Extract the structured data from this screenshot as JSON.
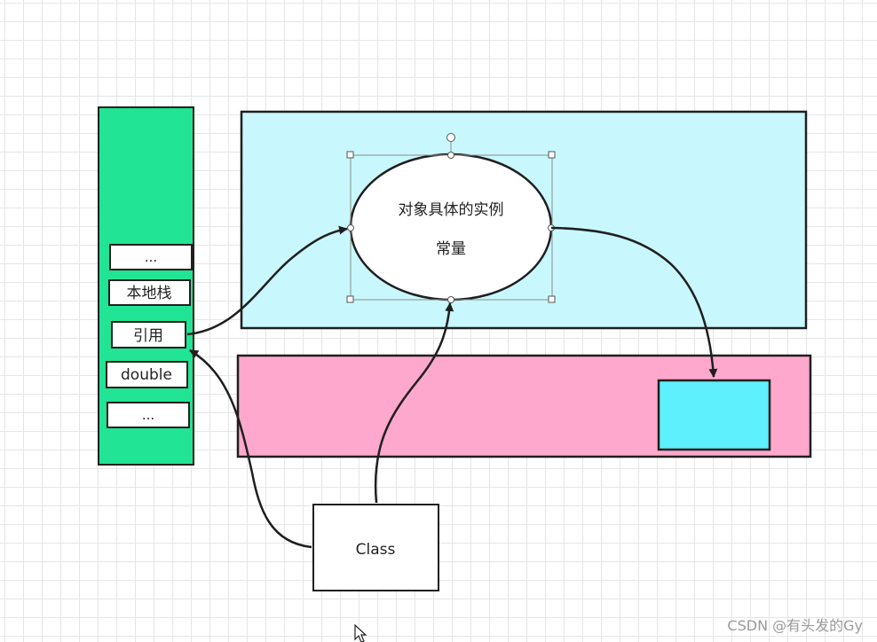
{
  "stack": {
    "items": [
      "...",
      "本地栈",
      "引用",
      "double",
      "..."
    ]
  },
  "object": {
    "line1": "对象具体的实例",
    "line2": "常量"
  },
  "class_box": {
    "label": "Class"
  },
  "watermark": "CSDN @有头发的Gy",
  "colors": {
    "stack": "#21e494",
    "method_area": "#c8f8fd",
    "heap": "#fda8cc",
    "inner_box": "#5ef0fc",
    "stroke": "#1f1f1f"
  }
}
